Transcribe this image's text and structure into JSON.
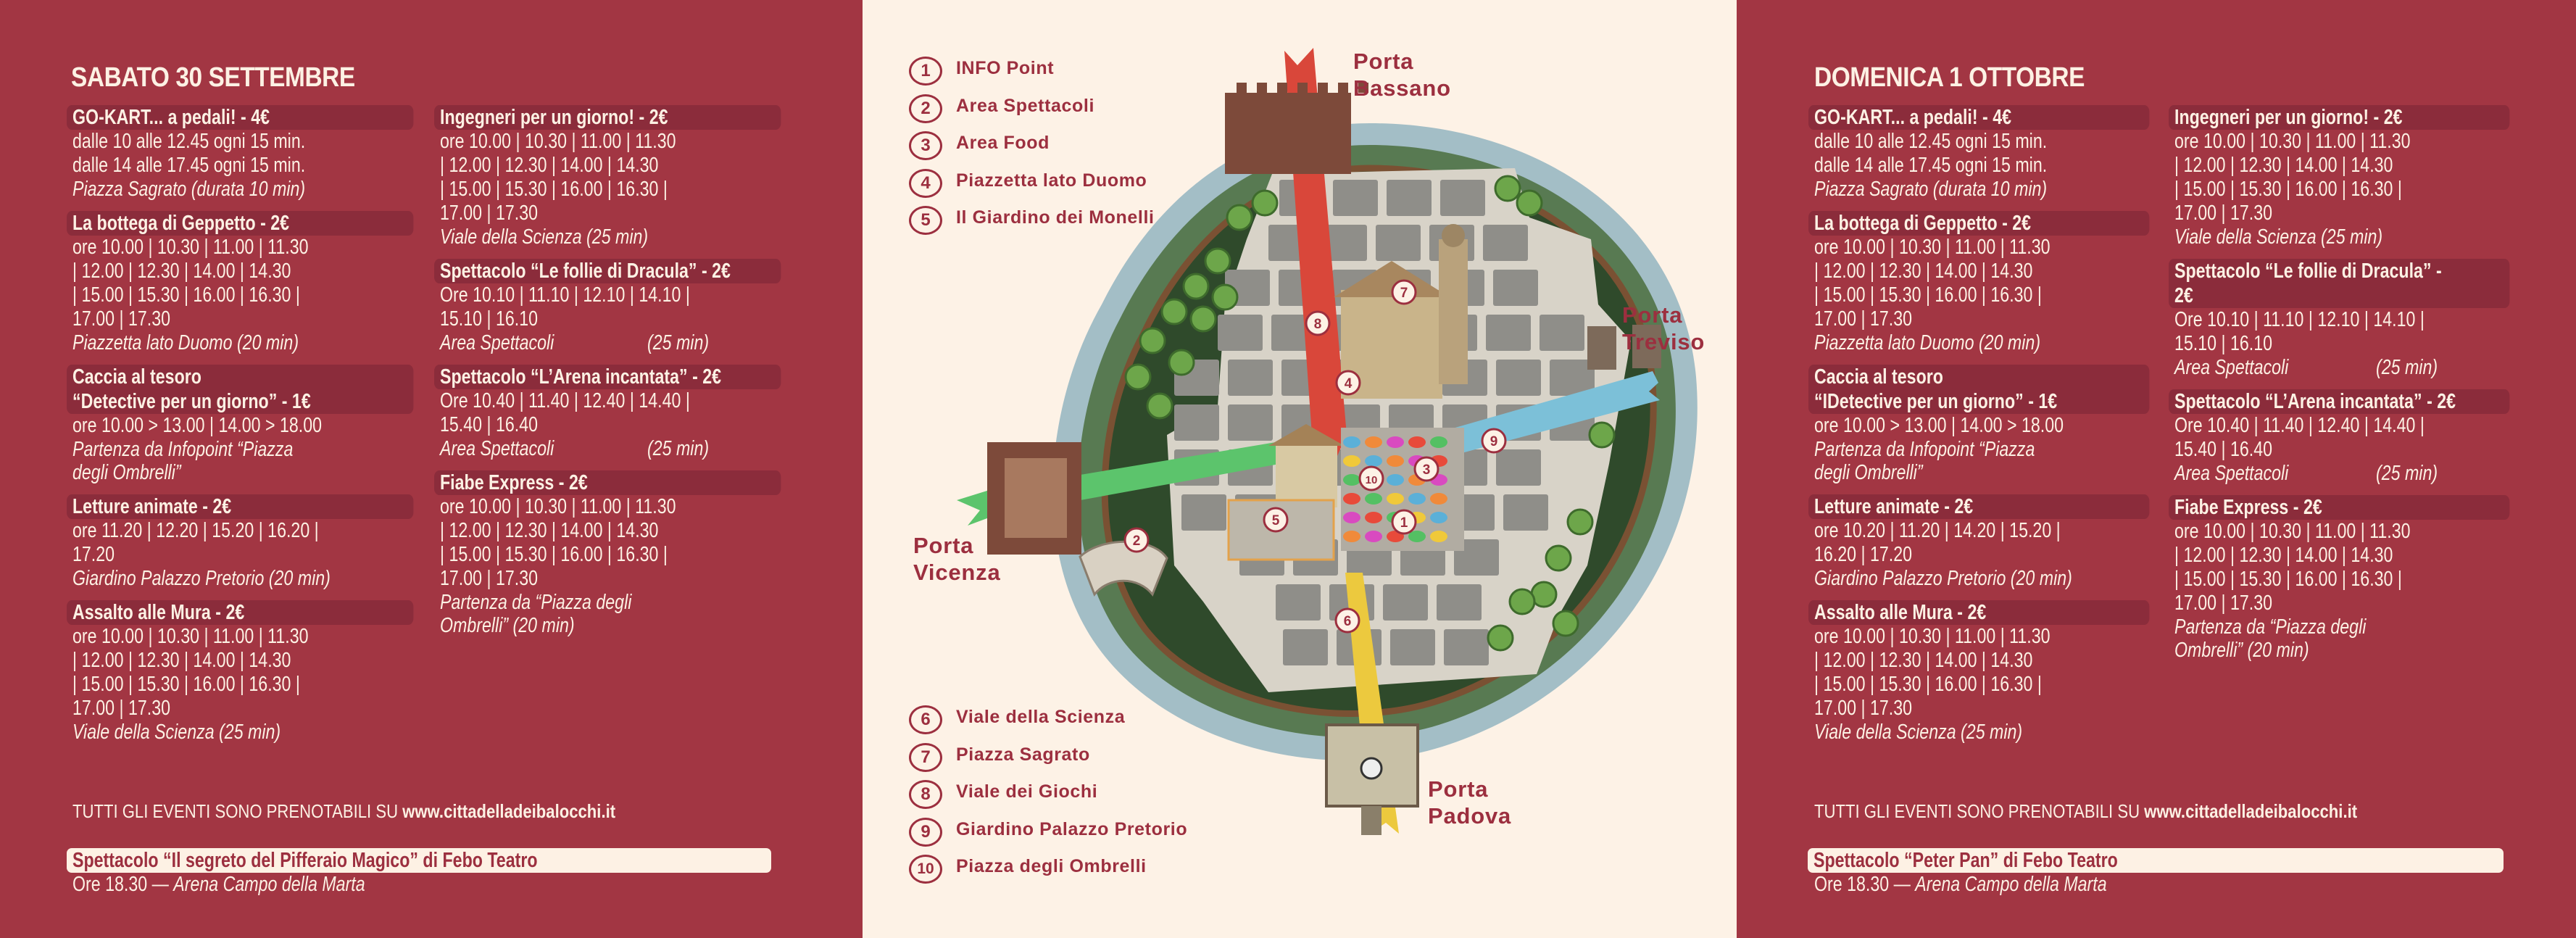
{
  "colors": {
    "panel": "#a23643",
    "pill": "#8b2c3b",
    "cream": "#fdf2e6",
    "accent": "#9c2f3f"
  },
  "days": [
    {
      "title": "SABATO 30 SETTEMBRE",
      "columns": [
        [
          {
            "title": [
              "GO-KART... a pedali! - 4€"
            ],
            "lines": [
              "dalle 10 alle 12.45 ogni 15 min.",
              "dalle 14 alle 17.45 ogni 15 min."
            ],
            "place": [
              "Piazza Sagrato (durata 10 min)"
            ]
          },
          {
            "title": [
              "La bottega di Geppetto - 2€"
            ],
            "lines": [
              "ore 10.00 | 10.30 | 11.00 | 11.30",
              "| 12.00 | 12.30 | 14.00 | 14.30",
              "| 15.00 | 15.30 | 16.00 | 16.30 |",
              "17.00 | 17.30"
            ],
            "place": [
              "Piazzetta lato Duomo (20 min)"
            ]
          },
          {
            "title": [
              "Caccia al tesoro",
              "“Detective per un giorno” - 1€"
            ],
            "lines": [
              "ore 10.00 > 13.00 | 14.00 > 18.00"
            ],
            "place": [
              "Partenza da Infopoint “Piazza",
              "degli Ombrelli”"
            ]
          },
          {
            "title": [
              "Letture animate - 2€"
            ],
            "lines": [
              "ore 11.20 | 12.20 | 15.20 | 16.20 |",
              "17.20"
            ],
            "place": [
              "Giardino Palazzo Pretorio (20 min)"
            ]
          },
          {
            "title": [
              "Assalto alle Mura - 2€"
            ],
            "lines": [
              "ore 10.00 | 10.30 | 11.00 | 11.30",
              "| 12.00 | 12.30 | 14.00 | 14.30",
              "| 15.00 | 15.30 | 16.00 | 16.30 |",
              "17.00 | 17.30"
            ],
            "place": [
              "Viale della Scienza (25 min)"
            ]
          }
        ],
        [
          {
            "title": [
              "Ingegneri per un giorno! - 2€"
            ],
            "lines": [
              "ore 10.00 | 10.30 | 11.00 | 11.30",
              "| 12.00 | 12.30 | 14.00 | 14.30",
              "| 15.00 | 15.30 | 16.00 | 16.30 |",
              "17.00 | 17.30"
            ],
            "place": [
              "Viale della Scienza (25 min)"
            ]
          },
          {
            "title": [
              "Spettacolo “Le follie di Dracula” - 2€"
            ],
            "lines": [
              "Ore 10.10 | 11.10 | 12.10 | 14.10 |",
              "15.10 | 16.10"
            ],
            "place": [
              "Area Spettacoli"
            ],
            "duration": "(25 min)"
          },
          {
            "title": [
              "Spettacolo “L’Arena incantata” - 2€"
            ],
            "lines": [
              "Ore 10.40 | 11.40 | 12.40 | 14.40 |",
              "15.40 | 16.40"
            ],
            "place": [
              "Area Spettacoli"
            ],
            "duration": "(25 min)"
          },
          {
            "title": [
              "Fiabe Express - 2€"
            ],
            "lines": [
              "ore 10.00 | 10.30 | 11.00 | 11.30",
              "| 12.00 | 12.30 | 14.00 | 14.30",
              "| 15.00 | 15.30 | 16.00 | 16.30 |",
              "17.00 | 17.30"
            ],
            "place": [
              "Partenza da “Piazza degli",
              "Ombrelli” (20 min)"
            ]
          }
        ]
      ],
      "note": "TUTTI GLI EVENTI SONO PRENOTABILI SU",
      "url": "www.cittadelladeibalocchi.it",
      "show": "Spettacolo “Il segreto del Pifferaio Magico” di Febo Teatro",
      "show_time": "Ore 18.30 —",
      "show_place": "Arena Campo della Marta"
    },
    {
      "title": "DOMENICA 1 OTTOBRE",
      "columns": [
        [
          {
            "title": [
              "GO-KART... a pedali! - 4€"
            ],
            "lines": [
              "dalle 10 alle 12.45 ogni 15 min.",
              "dalle 14 alle 17.45 ogni 15 min."
            ],
            "place": [
              "Piazza Sagrato (durata 10 min)"
            ]
          },
          {
            "title": [
              "La bottega di Geppetto - 2€"
            ],
            "lines": [
              "ore 10.00 | 10.30 | 11.00 | 11.30",
              "| 12.00 | 12.30 | 14.00 | 14.30",
              "| 15.00 | 15.30 | 16.00 | 16.30 |",
              "17.00 | 17.30"
            ],
            "place": [
              "Piazzetta lato Duomo (20 min)"
            ]
          },
          {
            "title": [
              "Caccia al tesoro",
              "“IDetective per un giorno” - 1€"
            ],
            "lines": [
              "ore 10.00 > 13.00 | 14.00 > 18.00"
            ],
            "place": [
              "Partenza da Infopoint “Piazza",
              "degli Ombrelli”"
            ]
          },
          {
            "title": [
              "Letture animate - 2€"
            ],
            "lines": [
              "ore 10.20 | 11.20 | 14.20 | 15.20 |",
              "16.20 | 17.20"
            ],
            "place": [
              "Giardino Palazzo Pretorio (20 min)"
            ]
          },
          {
            "title": [
              "Assalto alle Mura - 2€"
            ],
            "lines": [
              "ore 10.00 | 10.30 | 11.00 | 11.30",
              "| 12.00 | 12.30 | 14.00 | 14.30",
              "| 15.00 | 15.30 | 16.00 | 16.30 |",
              "17.00 | 17.30"
            ],
            "place": [
              "Viale della Scienza (25 min)"
            ]
          }
        ],
        [
          {
            "title": [
              "Ingegneri per un giorno! - 2€"
            ],
            "lines": [
              "ore 10.00 | 10.30 | 11.00 | 11.30",
              "| 12.00 | 12.30 | 14.00 | 14.30",
              "| 15.00 | 15.30 | 16.00 | 16.30 |",
              "17.00 | 17.30"
            ],
            "place": [
              "Viale della Scienza (25 min)"
            ]
          },
          {
            "title": [
              "Spettacolo “Le follie di Dracula” -",
              "2€"
            ],
            "lines": [
              "Ore 10.10 | 11.10 | 12.10 | 14.10 |",
              "15.10 | 16.10"
            ],
            "place": [
              "Area Spettacoli"
            ],
            "duration": "(25 min)"
          },
          {
            "title": [
              "Spettacolo “L’Arena incantata” - 2€"
            ],
            "lines": [
              "Ore 10.40 | 11.40 | 12.40 | 14.40 |",
              "15.40 | 16.40"
            ],
            "place": [
              "Area Spettacoli"
            ],
            "duration": "(25 min)"
          },
          {
            "title": [
              "Fiabe Express - 2€"
            ],
            "lines": [
              "ore 10.00 | 10.30 | 11.00 | 11.30",
              "| 12.00 | 12.30 | 14.00 | 14.30",
              "| 15.00 | 15.30 | 16.00 | 16.30 |",
              "17.00 | 17.30"
            ],
            "place": [
              "Partenza da “Piazza degli",
              "Ombrelli” (20 min)"
            ]
          }
        ]
      ],
      "note": "TUTTI GLI EVENTI SONO PRENOTABILI SU",
      "url": "www.cittadelladeibalocchi.it",
      "show": "Spettacolo “Peter Pan” di Febo Teatro",
      "show_time": "Ore 18.30 —",
      "show_place": "Arena Campo della Marta"
    }
  ],
  "map": {
    "legend_top": [
      {
        "num": "1",
        "label": "INFO Point"
      },
      {
        "num": "2",
        "label": "Area Spettacoli"
      },
      {
        "num": "3",
        "label": "Area Food"
      },
      {
        "num": "4",
        "label": "Piazzetta lato Duomo"
      },
      {
        "num": "5",
        "label": "Il Giardino dei Monelli"
      }
    ],
    "legend_bottom": [
      {
        "num": "6",
        "label": "Viale della Scienza"
      },
      {
        "num": "7",
        "label": "Piazza Sagrato"
      },
      {
        "num": "8",
        "label": "Viale dei Giochi"
      },
      {
        "num": "9",
        "label": "Giardino Palazzo Pretorio"
      },
      {
        "num": "10",
        "label": "Piazza degli Ombrelli"
      }
    ],
    "gates": {
      "bassano": [
        "Porta",
        "Bassano"
      ],
      "vicenza": [
        "Porta",
        "Vicenza"
      ],
      "treviso": [
        "Porta",
        "Treviso"
      ],
      "padova": [
        "Porta",
        "Padova"
      ]
    },
    "road_colors": {
      "giochi": "#d9473a",
      "vicenza": "#5cc46c",
      "treviso": "#7cc0d8",
      "scienza": "#ecc93e"
    },
    "markers": [
      "1",
      "2",
      "3",
      "4",
      "5",
      "6",
      "7",
      "8",
      "9",
      "10"
    ]
  }
}
